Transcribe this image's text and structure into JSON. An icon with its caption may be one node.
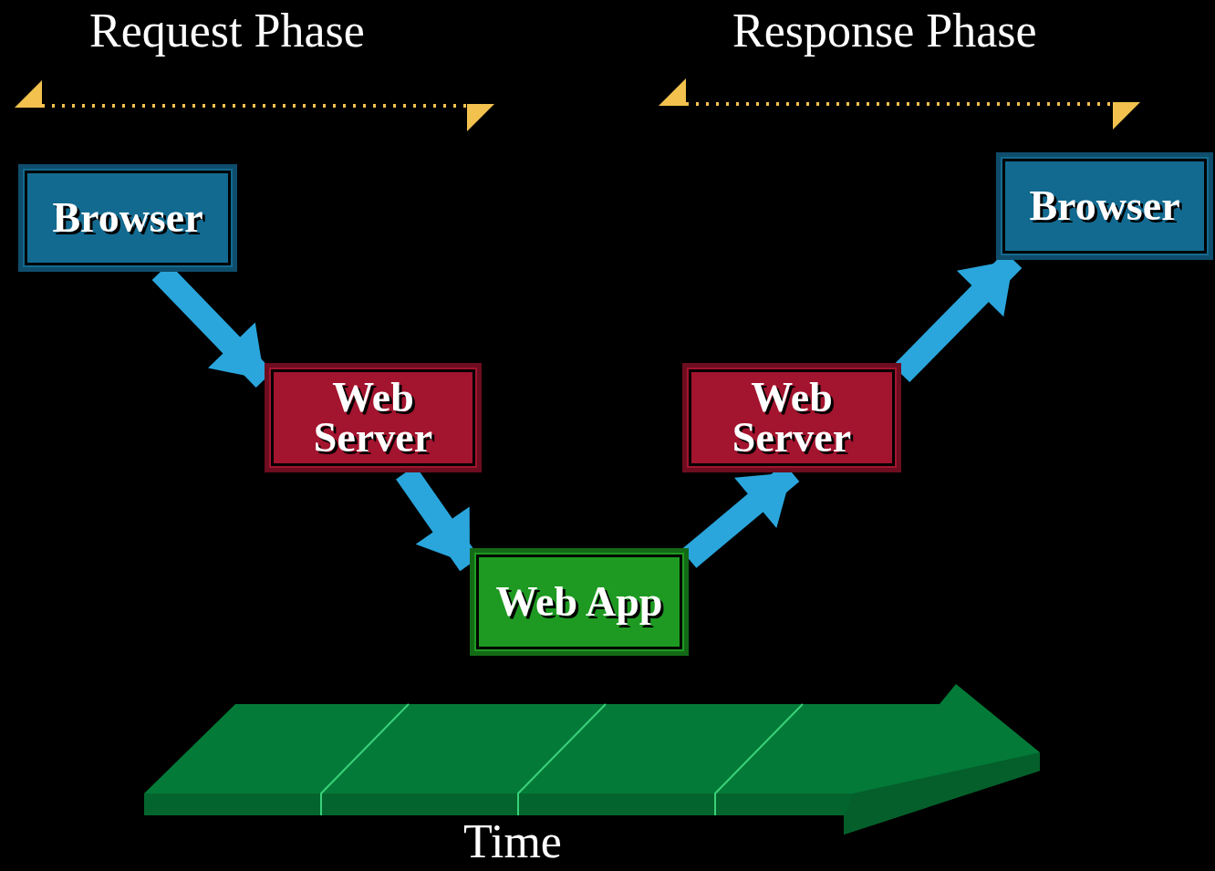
{
  "diagram": {
    "nodes": [
      {
        "text": [
          "Browser"
        ]
      },
      {
        "text": [
          "Web Server"
        ]
      },
      {
        "text": [
          "Web App"
        ]
      },
      {
        "text": [
          "Web Server"
        ]
      },
      {
        "text": [
          "Browser"
        ]
      }
    ],
    "edges": [
      {
        "from": 0,
        "to": 1,
        "arrow": "to"
      },
      {
        "from": 1,
        "to": 2,
        "arrow": "to"
      },
      {
        "from": 2,
        "to": 3,
        "arrow": "to"
      },
      {
        "from": 3,
        "to": 4,
        "arrow": "to"
      }
    ],
    "labels": [
      "Request Phase",
      "Response Phase",
      "Time"
    ]
  }
}
